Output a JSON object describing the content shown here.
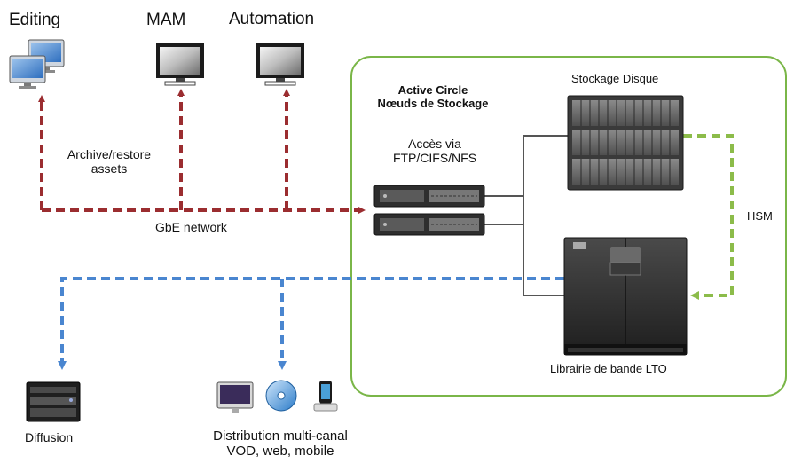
{
  "nodes": {
    "editing": "Editing",
    "mam": "MAM",
    "automation": "Automation",
    "diffusion": "Diffusion",
    "distribution_line1": "Distribution multi-canal",
    "distribution_line2": "VOD, web, mobile"
  },
  "storage_cluster": {
    "title_line1": "Active Circle",
    "title_line2": "Nœuds de Stockage",
    "access_line1": "Accès via",
    "access_line2": "FTP/CIFS/NFS",
    "disk": "Stockage Disque",
    "tape": "Librairie de bande LTO"
  },
  "links": {
    "archive_line1": "Archive/restore",
    "archive_line2": "assets",
    "network": "GbE network",
    "hsm": "HSM"
  },
  "colors": {
    "archive_flow": "#9b2d30",
    "distribution_flow": "#4a86d0",
    "hsm_flow": "#8cbc4a",
    "cluster_border": "#7ab648",
    "wire": "#555555"
  }
}
